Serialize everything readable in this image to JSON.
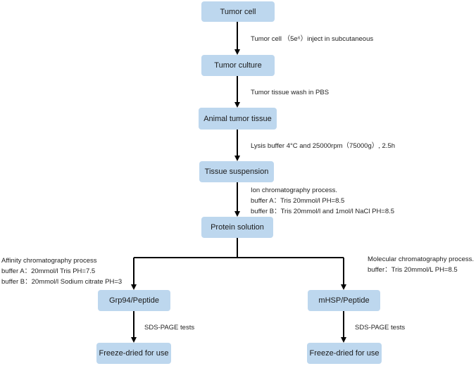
{
  "nodes": {
    "tumor_cell": "Tumor cell",
    "tumor_culture": "Tumor culture",
    "animal_tumor_tissue": "Animal tumor tissue",
    "tissue_suspension": "Tissue suspension",
    "protein_solution": "Protein solution",
    "grp94_peptide": "Grp94/Peptide",
    "mhsp_peptide": "mHSP/Peptide",
    "freeze_dried_left": "Freeze-dried for use",
    "freeze_dried_right": "Freeze-dried for use"
  },
  "steps": {
    "inject": "Tumor cell （5e⁶）inject in subcutaneous",
    "wash": "Tumor tissue wash in PBS",
    "lysis": "Lysis buffer 4°C and 25000rpm（75000g）, 2.5h",
    "ion": {
      "title": "Ion chromatography process.",
      "buffer_a": "buffer A：Tris  20mmol/l PH=8.5",
      "buffer_b": "buffer B：Tris 20mmol/l and 1mol/l NaCl PH=8.5"
    },
    "affinity": {
      "title": "Affinity chromatography process",
      "buffer_a": "buffer A：20mmol/l Tris PH=7.5",
      "buffer_b": "buffer B：20mmol/l Sodium citrate PH=3"
    },
    "molecular": {
      "title": "Molecular chromatography process.",
      "buffer": "buffer：Tris 20mmol/L PH=8.5"
    },
    "sds_left": "SDS-PAGE tests",
    "sds_right": "SDS-PAGE tests"
  },
  "colors": {
    "box_fill": "#bdd7ee",
    "arrow": "#000000"
  }
}
